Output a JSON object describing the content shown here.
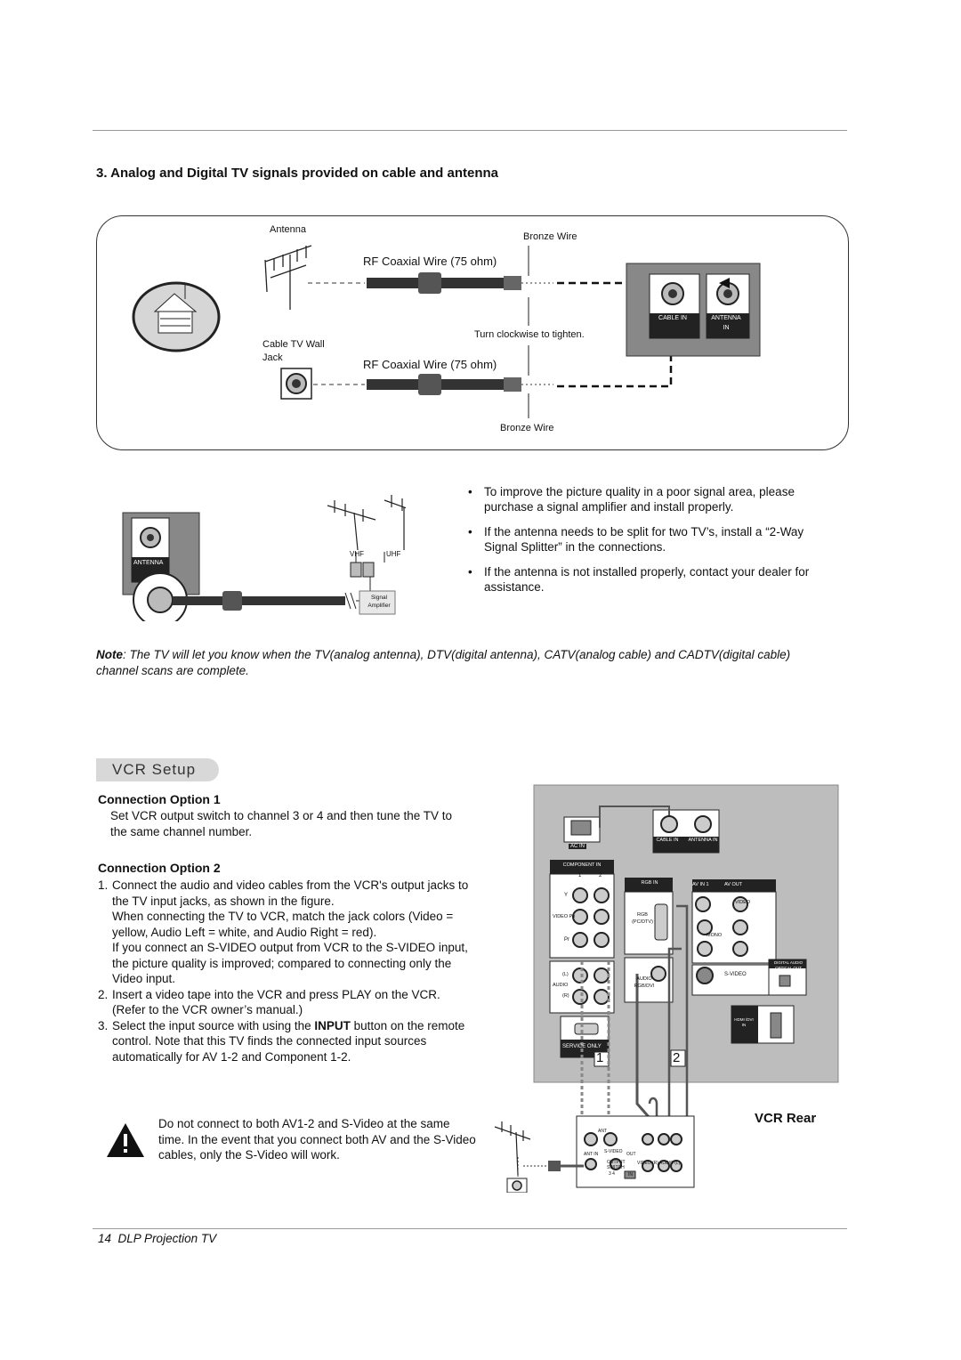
{
  "section": {
    "heading": "3. Analog and Digital TV signals provided on cable and antenna"
  },
  "diagram1": {
    "antenna_label": "Antenna",
    "bronze_wire_top": "Bronze Wire",
    "rf_wire_top": "RF Coaxial Wire (75 ohm)",
    "cable_wall_jack": "Cable TV Wall Jack",
    "turn_clockwise": "Turn clockwise to tighten.",
    "rf_wire_bottom": "RF Coaxial Wire (75 ohm)",
    "bronze_wire_bottom": "Bronze Wire",
    "cable_in": "CABLE IN",
    "antenna_in": "ANTENNA IN"
  },
  "diagram2": {
    "antenna_jack": "ANTENNA",
    "vhf": "VHF",
    "uhf": "UHF",
    "signal_amplifier": "Signal Amplifier"
  },
  "bullets": [
    "To improve the picture quality in a poor signal area, please purchase a signal amplifier and install properly.",
    "If the antenna needs to be split for two TV’s, install a “2-Way Signal Splitter” in the connections.",
    "If the antenna is not installed properly, contact your dealer for assistance."
  ],
  "note": {
    "lead": "Note",
    "text": ":  The TV will let you know when the TV(analog antenna), DTV(digital antenna), CATV(analog cable) and CADTV(digital cable) channel scans are complete."
  },
  "vcr": {
    "title": "VCR Setup",
    "option1_heading": "Connection Option 1",
    "option1_text": "Set VCR output switch to channel 3 or 4 and then tune the TV to the same channel number.",
    "option2_heading": "Connection Option 2",
    "steps": [
      {
        "n": "1.",
        "text": "Connect the audio and video cables from the VCR's output jacks to the TV input jacks, as shown in the figure."
      },
      {
        "n": "",
        "text": "When connecting the TV to VCR, match the jack colors (Video = yellow, Audio Left = white, and Audio Right = red)."
      },
      {
        "n": "",
        "text": "If you connect an S-VIDEO output from VCR to the S-VIDEO input, the picture quality is improved; compared to connecting only the Video input."
      },
      {
        "n": "2.",
        "text": "Insert a video tape into the VCR and press PLAY on the VCR. (Refer to the VCR owner’s manual.)"
      },
      {
        "n": "3.",
        "text_before": "Select the input source with using the ",
        "bold": "INPUT",
        "text_after": " button on the remote control. Note that this TV finds the connected input sources automatically for AV 1-2 and Component 1-2."
      }
    ],
    "warning": "Do not connect to both AV1-2 and S-Video at the same time. In the event that you connect both AV and the S-Video cables, only the S-Video will work.",
    "vcr_rear_label": "VCR Rear",
    "panel_labels": {
      "ac_in": "AC IN",
      "cable_in": "CABLE IN",
      "antenna_in": "ANTENNA IN",
      "component_in": "COMPONENT IN",
      "comp_1": "1",
      "comp_2": "2",
      "y": "Y",
      "pb": "VIDEO Pb",
      "pr": "Pr",
      "audio": "AUDIO",
      "l": "(L)",
      "r": "(R)",
      "rgb_in": "RGB IN",
      "rgb_pc": "RGB (PC/DTV)",
      "audio_rgb": "AUDIO RGB/DVI",
      "av_in1": "AV IN 1",
      "av_out": "AV OUT",
      "video": "VIDEO",
      "mono": "MONO",
      "svideo": "S-VIDEO",
      "digital_audio": "DIGITAL AUDIO OPTICAL OUT",
      "hdmi": "HDMI /DVI IN",
      "service": "SERVICE ONLY",
      "num1": "1",
      "num2": "2"
    },
    "vcr_labels": {
      "ant": "ANT",
      "ant_in": "ANT IN",
      "svideo": "S-VIDEO",
      "out": "OUT",
      "output_switch": "OUTPUT SWITCH",
      "in": "IN",
      "video_audio": "VIDEO (R) AUDIO (L)",
      "ch": "3 4"
    }
  },
  "footer": {
    "page": "14",
    "title": "DLP Projection TV"
  }
}
